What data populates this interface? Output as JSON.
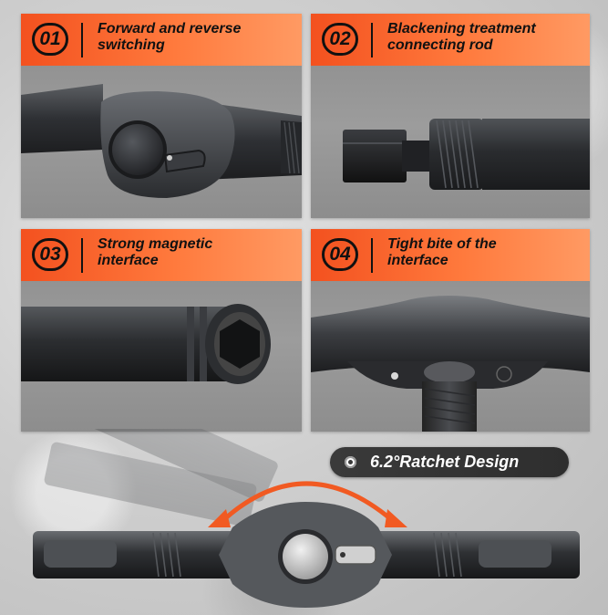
{
  "features": [
    {
      "number": "01",
      "title_line1": "Forward and reverse",
      "title_line2": "switching"
    },
    {
      "number": "02",
      "title_line1": "Blackening treatment",
      "title_line2": "connecting rod"
    },
    {
      "number": "03",
      "title_line1": "Strong magnetic",
      "title_line2": "interface"
    },
    {
      "number": "04",
      "title_line1": "Tight bite of the",
      "title_line2": "interface"
    }
  ],
  "ratchet_badge": {
    "label": "6.2°Ratchet Design"
  },
  "colors": {
    "accent_orange": "#f3511f",
    "accent_orange_light": "#ff9a63",
    "tool_dark": "#2b2d30",
    "panel_gray": "#959595",
    "badge_dark": "#333333"
  },
  "icons": [
    "rotation-arrow-icon",
    "dot-bullet-icon"
  ]
}
